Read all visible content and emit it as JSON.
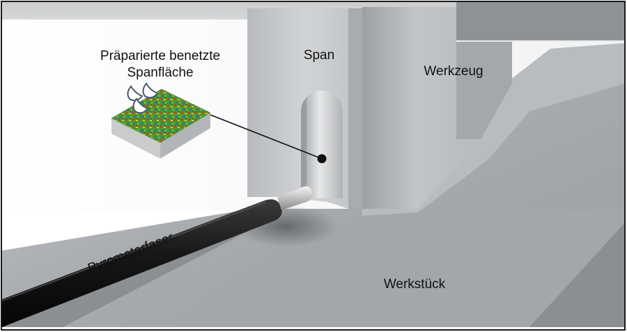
{
  "labels": {
    "prepared_surface_line1": "Präparierte benetzte",
    "prepared_surface_line2": "Spanfläche",
    "chip": "Span",
    "tool": "Werkzeug",
    "workpiece": "Werkstück",
    "pyrometer_fiber": "Pyrometerfaser"
  },
  "colors": {
    "frame": "#1a1a1a",
    "background": "#ffffff",
    "workpiece": "#a9adb1",
    "tool": "#b7babd",
    "chip": "#c4c7ca",
    "fiber": "#1d1d1d",
    "surface_green": "#3f8a2a",
    "surface_red": "#c2412a"
  },
  "icons": {
    "droplet": "water-droplet-icon",
    "marker": "measurement-point-icon"
  }
}
